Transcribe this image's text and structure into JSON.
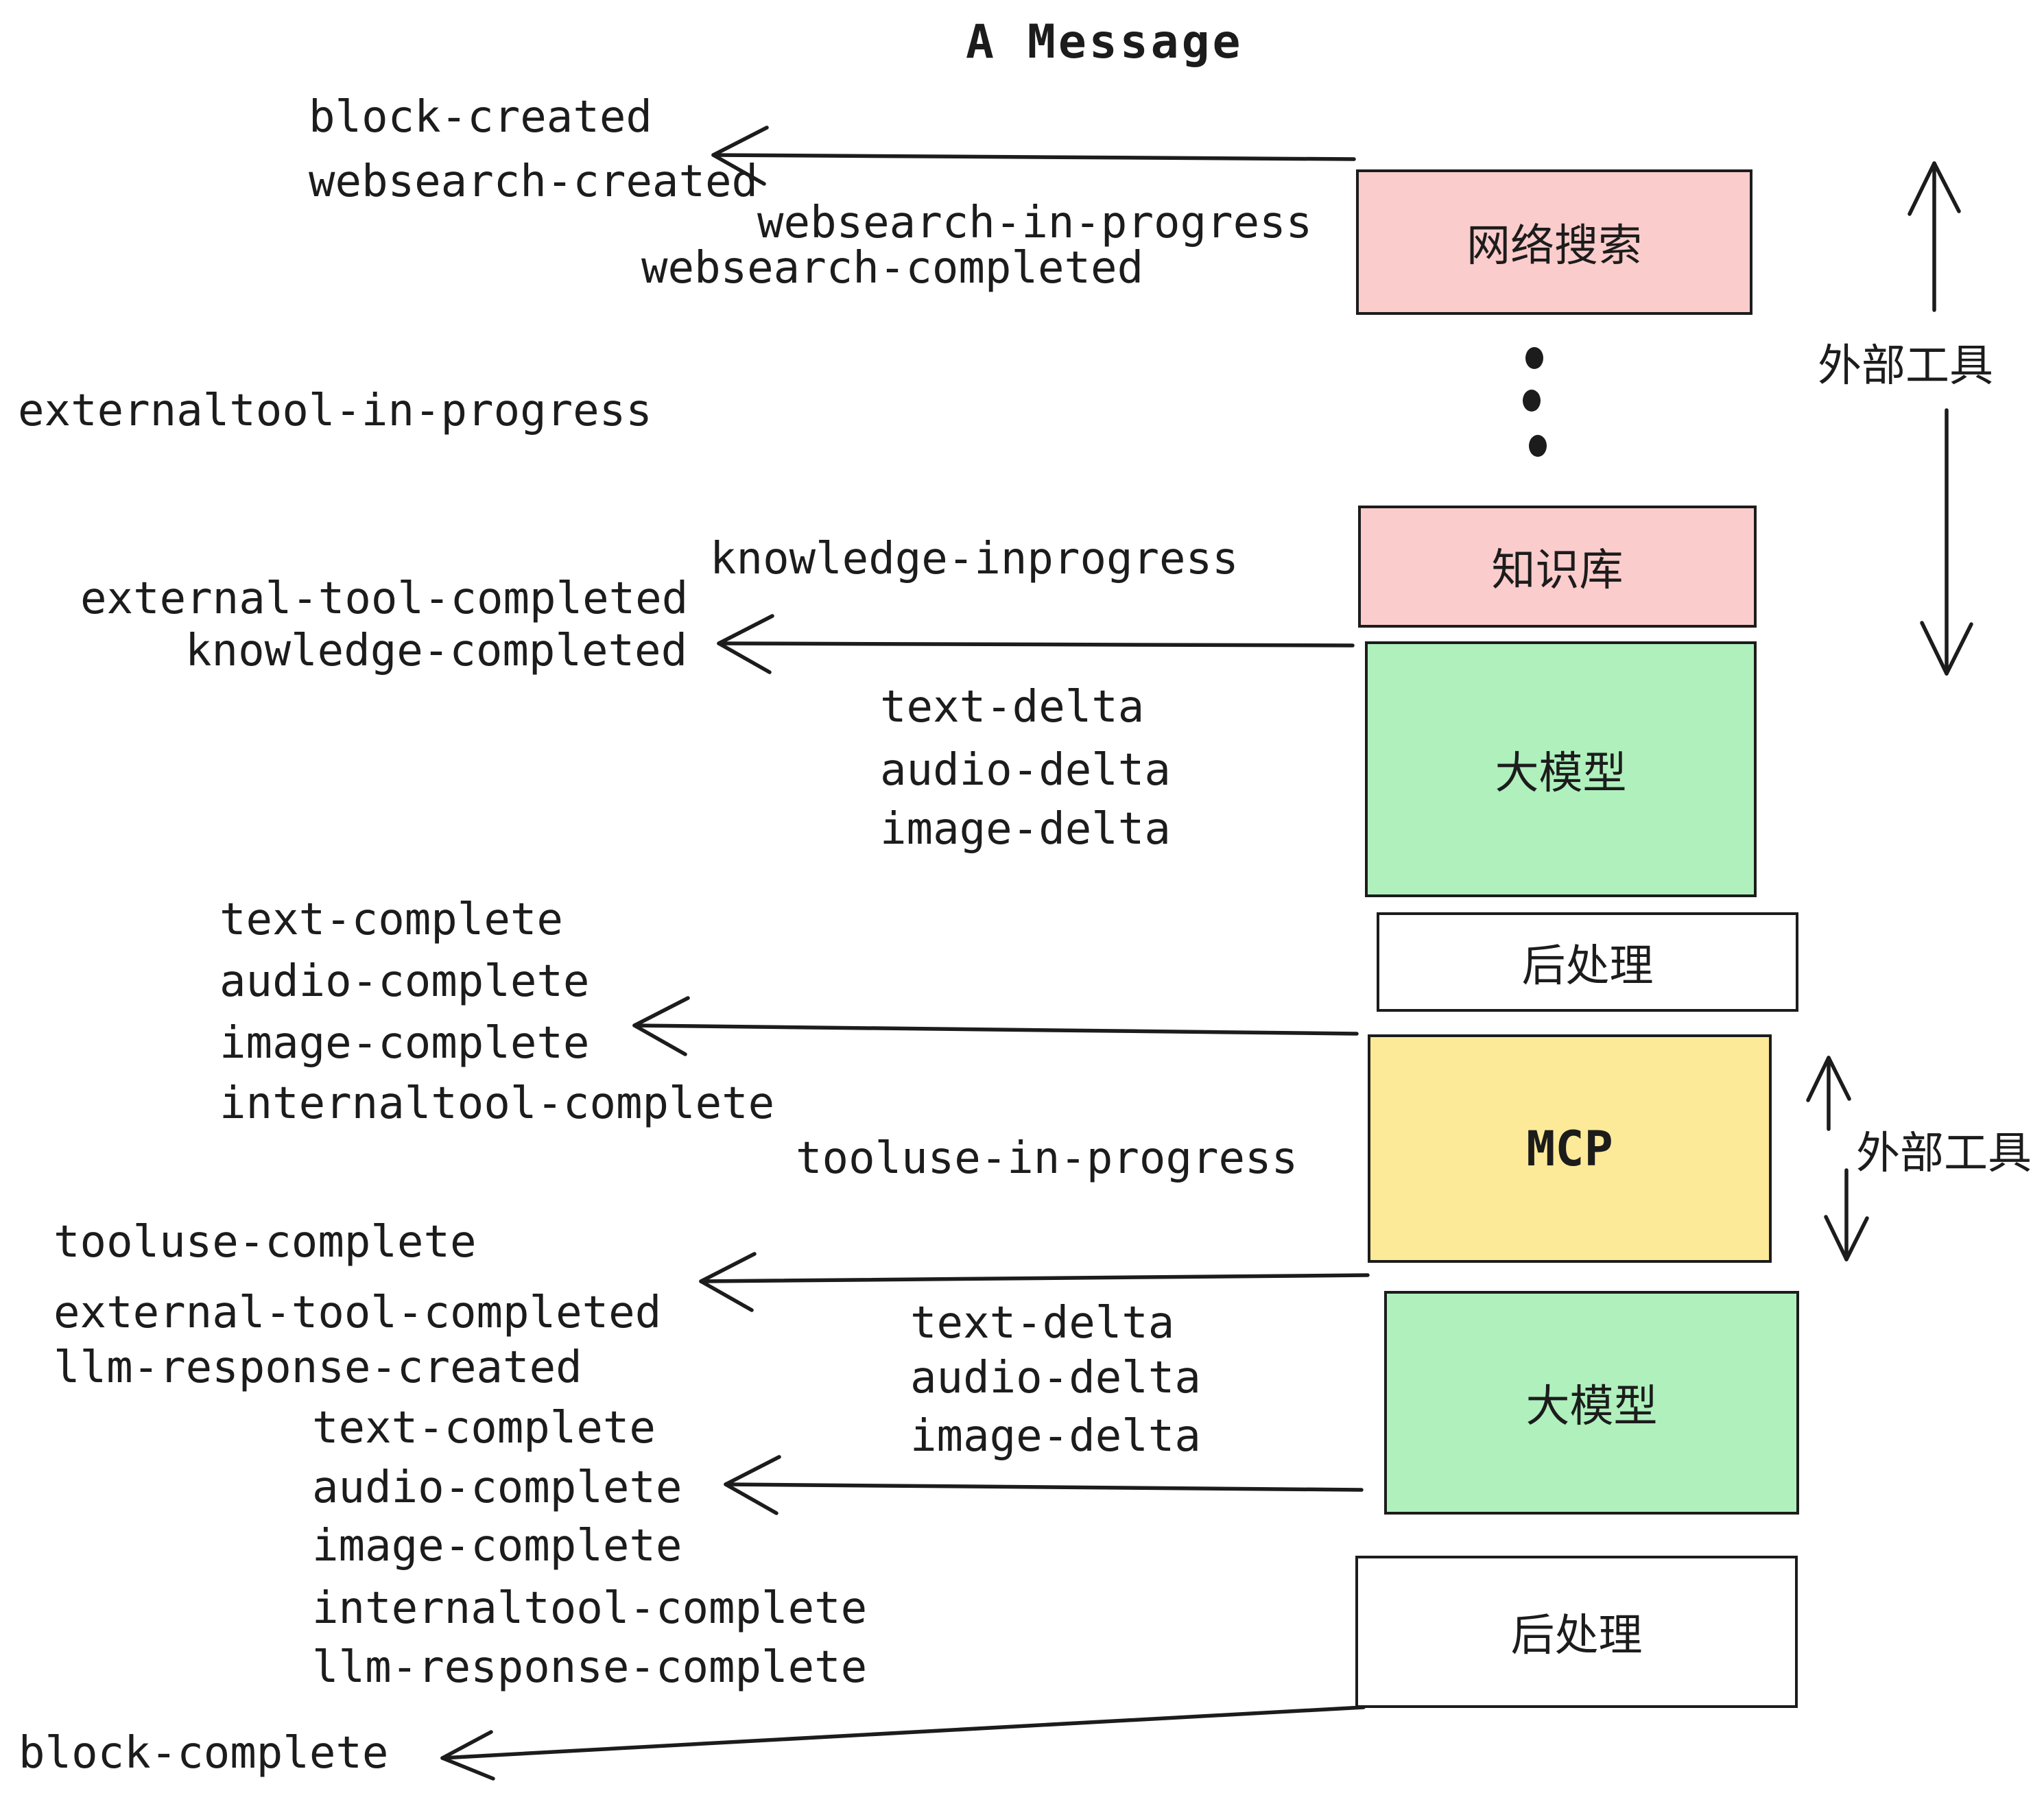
{
  "title": "A Message",
  "boxes": {
    "websearch": "网络搜索",
    "knowledge": "知识库",
    "llm1": "大模型",
    "post1": "后处理",
    "mcp": "MCP",
    "llm2": "大模型",
    "post2": "后处理"
  },
  "annotations": {
    "external_tools_1": "外部工具",
    "external_tools_2": "外部工具"
  },
  "events": {
    "block_created": "block-created",
    "websearch_created": "websearch-created",
    "websearch_in_progress": "websearch-in-progress",
    "websearch_completed": "websearch-completed",
    "externaltool_in_progress": "externaltool-in-progress",
    "knowledge_inprogress": "knowledge-inprogress",
    "external_tool_completed_1": "external-tool-completed",
    "knowledge_completed": "knowledge-completed",
    "text_delta_1": "text-delta",
    "audio_delta_1": "audio-delta",
    "image_delta_1": "image-delta",
    "text_complete_1": "text-complete",
    "audio_complete_1": "audio-complete",
    "image_complete_1": "image-complete",
    "internaltool_complete_1": "internaltool-complete",
    "tooluse_in_progress": "tooluse-in-progress",
    "tooluse_complete": "tooluse-complete",
    "external_tool_completed_2": "external-tool-completed",
    "llm_response_created": "llm-response-created",
    "text_delta_2": "text-delta",
    "audio_delta_2": "audio-delta",
    "image_delta_2": "image-delta",
    "text_complete_2": "text-complete",
    "audio_complete_2": "audio-complete",
    "image_complete_2": "image-complete",
    "internaltool_complete_2": "internaltool-complete",
    "llm_response_complete": "llm-response-complete",
    "block_complete": "block-complete"
  },
  "colors": {
    "ink": "#1c1c1c",
    "box_pink": "#fbcccc",
    "box_green": "#aff0bd",
    "box_yellow": "#fdea98",
    "box_white": "#ffffff"
  }
}
